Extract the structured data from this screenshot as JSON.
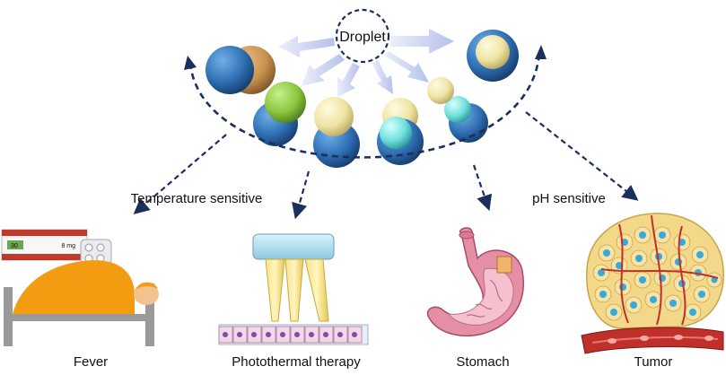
{
  "center": {
    "label": "Droplet"
  },
  "sensitivity": {
    "left": "Temperature sensitive",
    "right": "pH sensitive"
  },
  "targets": [
    {
      "label": "Fever"
    },
    {
      "label": "Photothermal therapy"
    },
    {
      "label": "Stomach"
    },
    {
      "label": "Tumor"
    }
  ],
  "fever_box": {
    "count": "30",
    "dose": "8 mg"
  },
  "colors": {
    "arrow": "#1b2f5e",
    "blue_sphere": "#2f6fb3",
    "orange_sphere": "#c9924f",
    "green_sphere": "#8cc63f",
    "cream_sphere": "#efe3a3",
    "cyan_sphere": "#6fe0dd",
    "fever_blanket": "#f39c12",
    "bed": "#9a9a9a",
    "stomach": "#e58fa6",
    "cell_yellow": "#f3d88a",
    "cell_nucleus": "#3ba9d6",
    "vessel_red": "#c0302a"
  }
}
